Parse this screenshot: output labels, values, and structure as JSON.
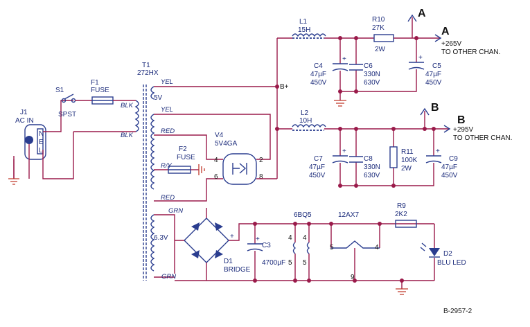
{
  "labels": {
    "j1_ref": "J1",
    "j1_val": "AC IN",
    "s1_ref": "S1",
    "s1_val": "SPST",
    "f1_ref": "F1",
    "f1_val": "FUSE",
    "t1_ref": "T1",
    "t1_val": "272HX",
    "w_yel1": "YEL",
    "w_5v": "5V",
    "w_blk1": "BLK",
    "w_yel2": "YEL",
    "w_blk2": "BLK",
    "w_red1": "RED",
    "w_ry": "R/Y",
    "w_red2": "RED",
    "w_grn1": "GRN",
    "w_63v": "6.3V",
    "w_grn2": "GRN",
    "f2_ref": "F2",
    "f2_val": "FUSE",
    "v4_ref": "V4",
    "v4_val": "5V4GA",
    "v4_p4": "4",
    "v4_p2": "2",
    "v4_p6": "6",
    "v4_p8": "8",
    "bplus": "B+",
    "l1_ref": "L1",
    "l1_val": "15H",
    "r10_ref": "R10",
    "r10_val": "27K",
    "r10_w": "2W",
    "c4_ref": "C4",
    "c4_val": "47µF",
    "c4_v": "450V",
    "c6_ref": "C6",
    "c6_val": "330N",
    "c6_v": "630V",
    "c5_ref": "C5",
    "c5_val": "47µF",
    "c5_v": "450V",
    "a_top": "A",
    "a_arrow": "A",
    "a_note1": "+265V",
    "a_note2": "TO OTHER CHAN.",
    "l2_ref": "L2",
    "l2_val": "10H",
    "c7_ref": "C7",
    "c7_val": "47µF",
    "c7_v": "450V",
    "c8_ref": "C8",
    "c8_val": "330N",
    "c8_v": "630V",
    "r11_ref": "R11",
    "r11_val": "100K",
    "r11_w": "2W",
    "c9_ref": "C9",
    "c9_val": "47µF",
    "c9_v": "450V",
    "b_top": "B",
    "b_arrow": "B",
    "b_note1": "+295V",
    "b_note2": "TO OTHER CHAN.",
    "d1_ref": "D1",
    "d1_val": "BRIDGE",
    "c3_ref": "C3",
    "c3_val": "4700µF",
    "v6bq5": "6BQ5",
    "p4a": "4",
    "p4b": "4",
    "p5a": "5",
    "p5b": "5",
    "v12ax7": "12AX7",
    "p5c": "5",
    "p4c": "4",
    "p9": "9",
    "r9_ref": "R9",
    "r9_val": "2K2",
    "d2_ref": "D2",
    "d2_val": "BLU LED",
    "drawing_no": "B-2957-2"
  },
  "colors": {
    "wire": "#9a1a4a",
    "component": "#2a3d8f",
    "ground": "#c0392b"
  }
}
